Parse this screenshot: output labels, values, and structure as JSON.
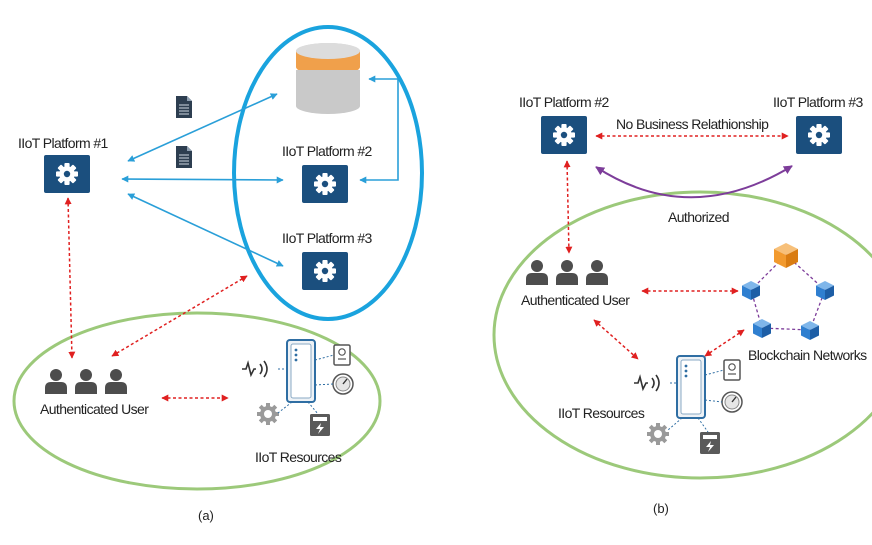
{
  "panel_a": {
    "platform1_label": "IIoT Platform #1",
    "platform2_label": "IIoT Platform #2",
    "platform3_label": "IIoT Platform #3",
    "user_label": "Authenticated User",
    "resources_label": "IIoT Resources",
    "caption": "(a)"
  },
  "panel_b": {
    "platform2_label": "IIoT Platform #2",
    "platform3_label": "IIoT Platform #3",
    "relation_label": "No Business Relathionship",
    "authorized_label": "Authorized",
    "user_label": "Authenticated User",
    "blockchain_label": "Blockchain Networks",
    "resources_label": "IIoT Resources",
    "caption": "(b)"
  },
  "colors": {
    "platform_box": "#1b4f7e",
    "ellipse_blue": "#1aa3de",
    "ellipse_green": "#9cc97a",
    "arrow_blue": "#2a9fd8",
    "arrow_red": "#e02020",
    "arrow_purple": "#7d3d9a",
    "database_orange": "#f0a04b",
    "cube_blue": "#2f7fd0",
    "cube_orange": "#f29a2e"
  },
  "icons": {
    "platform": "gear-icon",
    "database": "database-icon",
    "document": "document-icon",
    "users": "users-group-icon",
    "server": "server-icon",
    "sensor": "signal-sensor-icon",
    "gauge": "gauge-icon",
    "meter": "meter-icon",
    "power": "power-meter-icon",
    "blockchain": "cube-icon"
  }
}
